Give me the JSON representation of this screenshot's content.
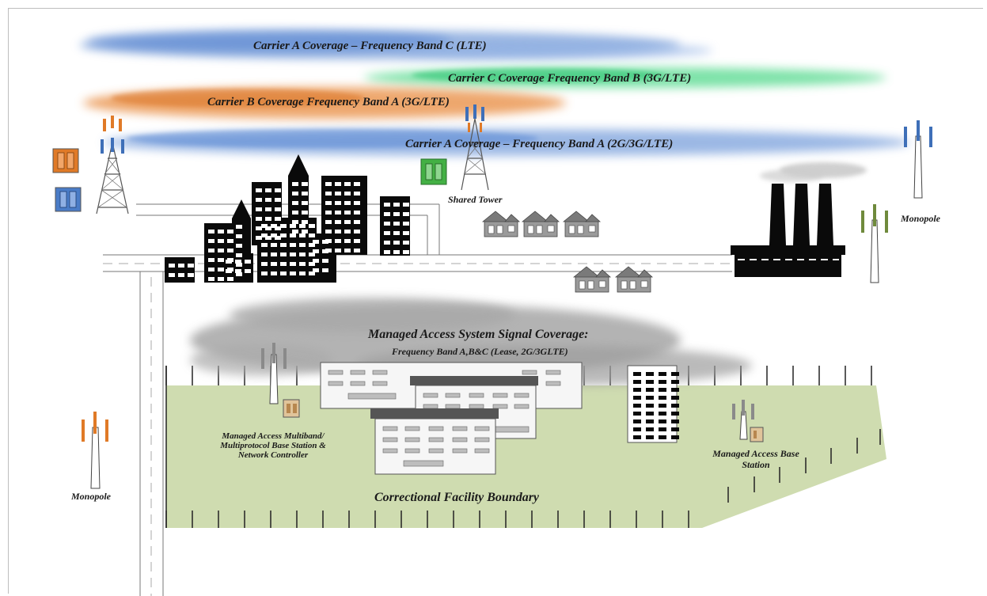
{
  "coverage_bands": [
    {
      "label": "Carrier A Coverage – Frequency Band C (LTE)",
      "color": "#6f97d6"
    },
    {
      "label": "Carrier C Coverage Frequency Band B (3G/LTE)",
      "color": "#52d98c"
    },
    {
      "label": "Carrier B Coverage Frequency Band A (3G/LTE)",
      "color": "#e88a3e"
    },
    {
      "label": "Carrier A Coverage – Frequency Band A (2G/3G/LTE)",
      "color": "#7aa0dc"
    }
  ],
  "labels": {
    "shared_tower": "Shared Tower",
    "monopole_right": "Monopole",
    "monopole_left": "Monopole",
    "mas_title": "Managed Access System Signal Coverage:",
    "mas_subtitle": "Frequency Band A,B&C (Lease, 2G/3GLTE)",
    "mas_controller": "Managed Access Multiband/ Multiprotocol Base Station & Network Controller",
    "mas_base_station": "Managed Access Base Station",
    "facility_boundary": "Correctional Facility Boundary"
  },
  "colors": {
    "facility_ground": "#cfdcb0",
    "mas_cloud": "#9a9a9a",
    "tower_blue": "#3e6fb8",
    "tower_orange": "#e07a27",
    "tower_green": "#6f8a3c",
    "tower_gray": "#8a8a8a",
    "bts_orange": "#e07a27",
    "bts_blue": "#4a7cc7",
    "bts_green": "#43b044",
    "bts_tan": "#e0c49a"
  }
}
